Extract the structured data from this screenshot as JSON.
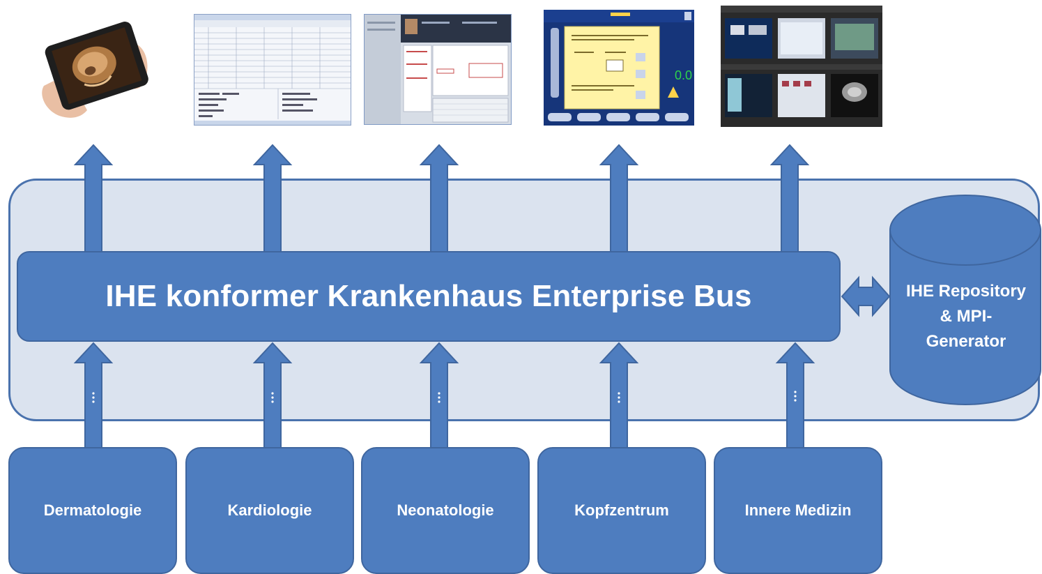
{
  "bus": {
    "label": "IHE konformer Krankenhaus Enterprise Bus"
  },
  "repository": {
    "line1": "IHE Repository",
    "line2": "& MPI-",
    "line3": "Generator"
  },
  "departments": [
    "Dermatologie",
    "Kardiologie",
    "Neonatologie",
    "Kopfzentrum",
    "Innere Medizin"
  ],
  "colors": {
    "accent": "#4e7dbf",
    "border": "#3f669f",
    "panel": "#dbe3ef"
  },
  "icons": [
    "tablet-icon",
    "spreadsheet-screenshot",
    "records-screenshot",
    "cooling-device-screenshot",
    "image-viewer-screenshot"
  ]
}
